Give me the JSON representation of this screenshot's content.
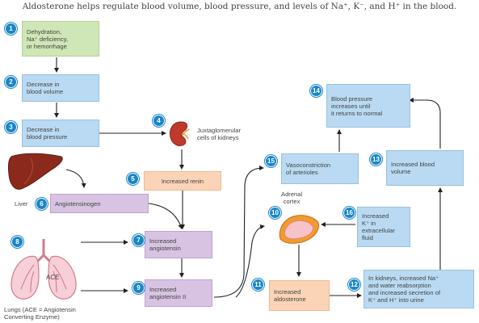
{
  "title": "Aldosterone helps regulate blood volume, blood pressure, and levels of Na⁺, K⁻, and H⁺ in the blood.",
  "steps": {
    "s1": {
      "num": "1",
      "text": "Dehydration,\nNa⁺ deficiency,\nor hemorrhage"
    },
    "s2": {
      "num": "2",
      "text": "Decrease in\nblood volume"
    },
    "s3": {
      "num": "3",
      "text": "Decrease in\nblood pressure"
    },
    "s4": {
      "num": "4",
      "text": "Juxtaglomerular\ncells of kidneys"
    },
    "s5": {
      "num": "5",
      "text": "Increased renin"
    },
    "s6": {
      "num": "6",
      "label": "Liver",
      "text": "Angiotensinogen"
    },
    "s7": {
      "num": "7",
      "text": "Increased\nangiotensin"
    },
    "s8": {
      "num": "8",
      "ace": "ACE",
      "text": "Lungs (ACE = Angiotensin\nConverting Enzyme)"
    },
    "s9": {
      "num": "9",
      "text": "Increased\nangiotensin II"
    },
    "s10": {
      "num": "10",
      "text": "Adrenal\ncortex"
    },
    "s11": {
      "num": "11",
      "text": "Increased\naldosterone"
    },
    "s12": {
      "num": "12",
      "text": "In kidneys, increased Na⁺\nand water reabsorption\nand increased secretion of\nK⁺ and H⁺ into urine"
    },
    "s13": {
      "num": "13",
      "text": "Increased blood\nvolume"
    },
    "s14": {
      "num": "14",
      "text": "Blood pressure\nincreases until\nit returns to normal"
    },
    "s15": {
      "num": "15",
      "text": "Vasoconstriction\nof arterioles"
    },
    "s16": {
      "num": "16",
      "text": "Increased\nK⁺ in\nextracellular\nfluid"
    }
  },
  "colors": {
    "badge": "#1a86c8",
    "green": "#cfe6b6",
    "blue": "#b9daf2",
    "purple": "#d8c3e3",
    "orange": "#fbd3b6",
    "arrow": "#222222"
  }
}
